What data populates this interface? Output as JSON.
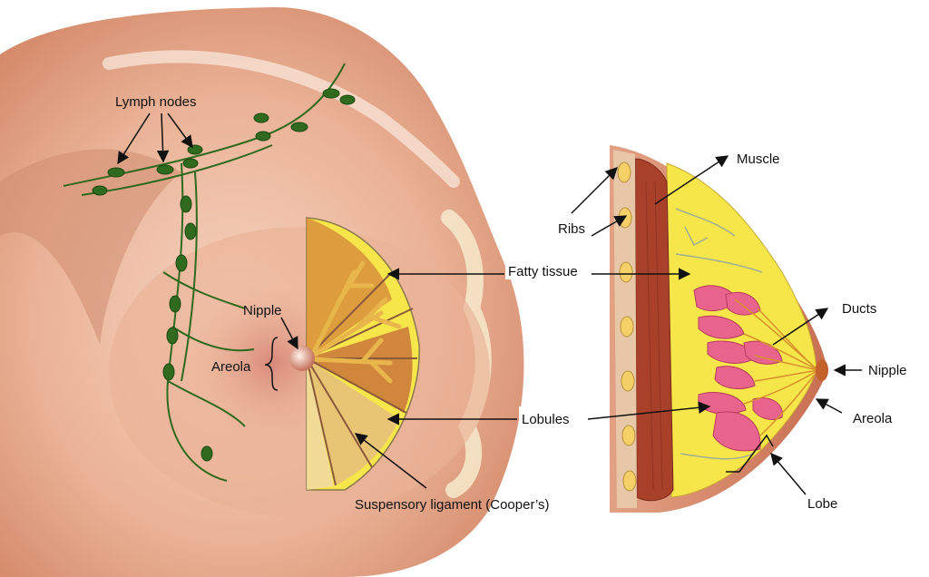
{
  "labels": {
    "lymph_nodes": "Lymph nodes",
    "nipple_left": "Nipple",
    "areola_left": "Areola",
    "fatty_tissue": "Fatty tissue",
    "lobules": "Lobules",
    "suspensory_ligament": "Suspensory ligament (Cooper’s)",
    "ribs": "Ribs",
    "muscle": "Muscle",
    "ducts": "Ducts",
    "nipple_right": "Nipple",
    "areola_right": "Areola",
    "lobe": "Lobe"
  },
  "colors": {
    "skin_light": "#f3c9b2",
    "skin_mid": "#e8a98b",
    "skin_dark": "#c97a5c",
    "fat_yellow": "#f7e64a",
    "lobule_pink": "#e8648c",
    "muscle_red": "#a8402a",
    "lymph_green": "#2f6a1e",
    "arrow": "#111111"
  }
}
